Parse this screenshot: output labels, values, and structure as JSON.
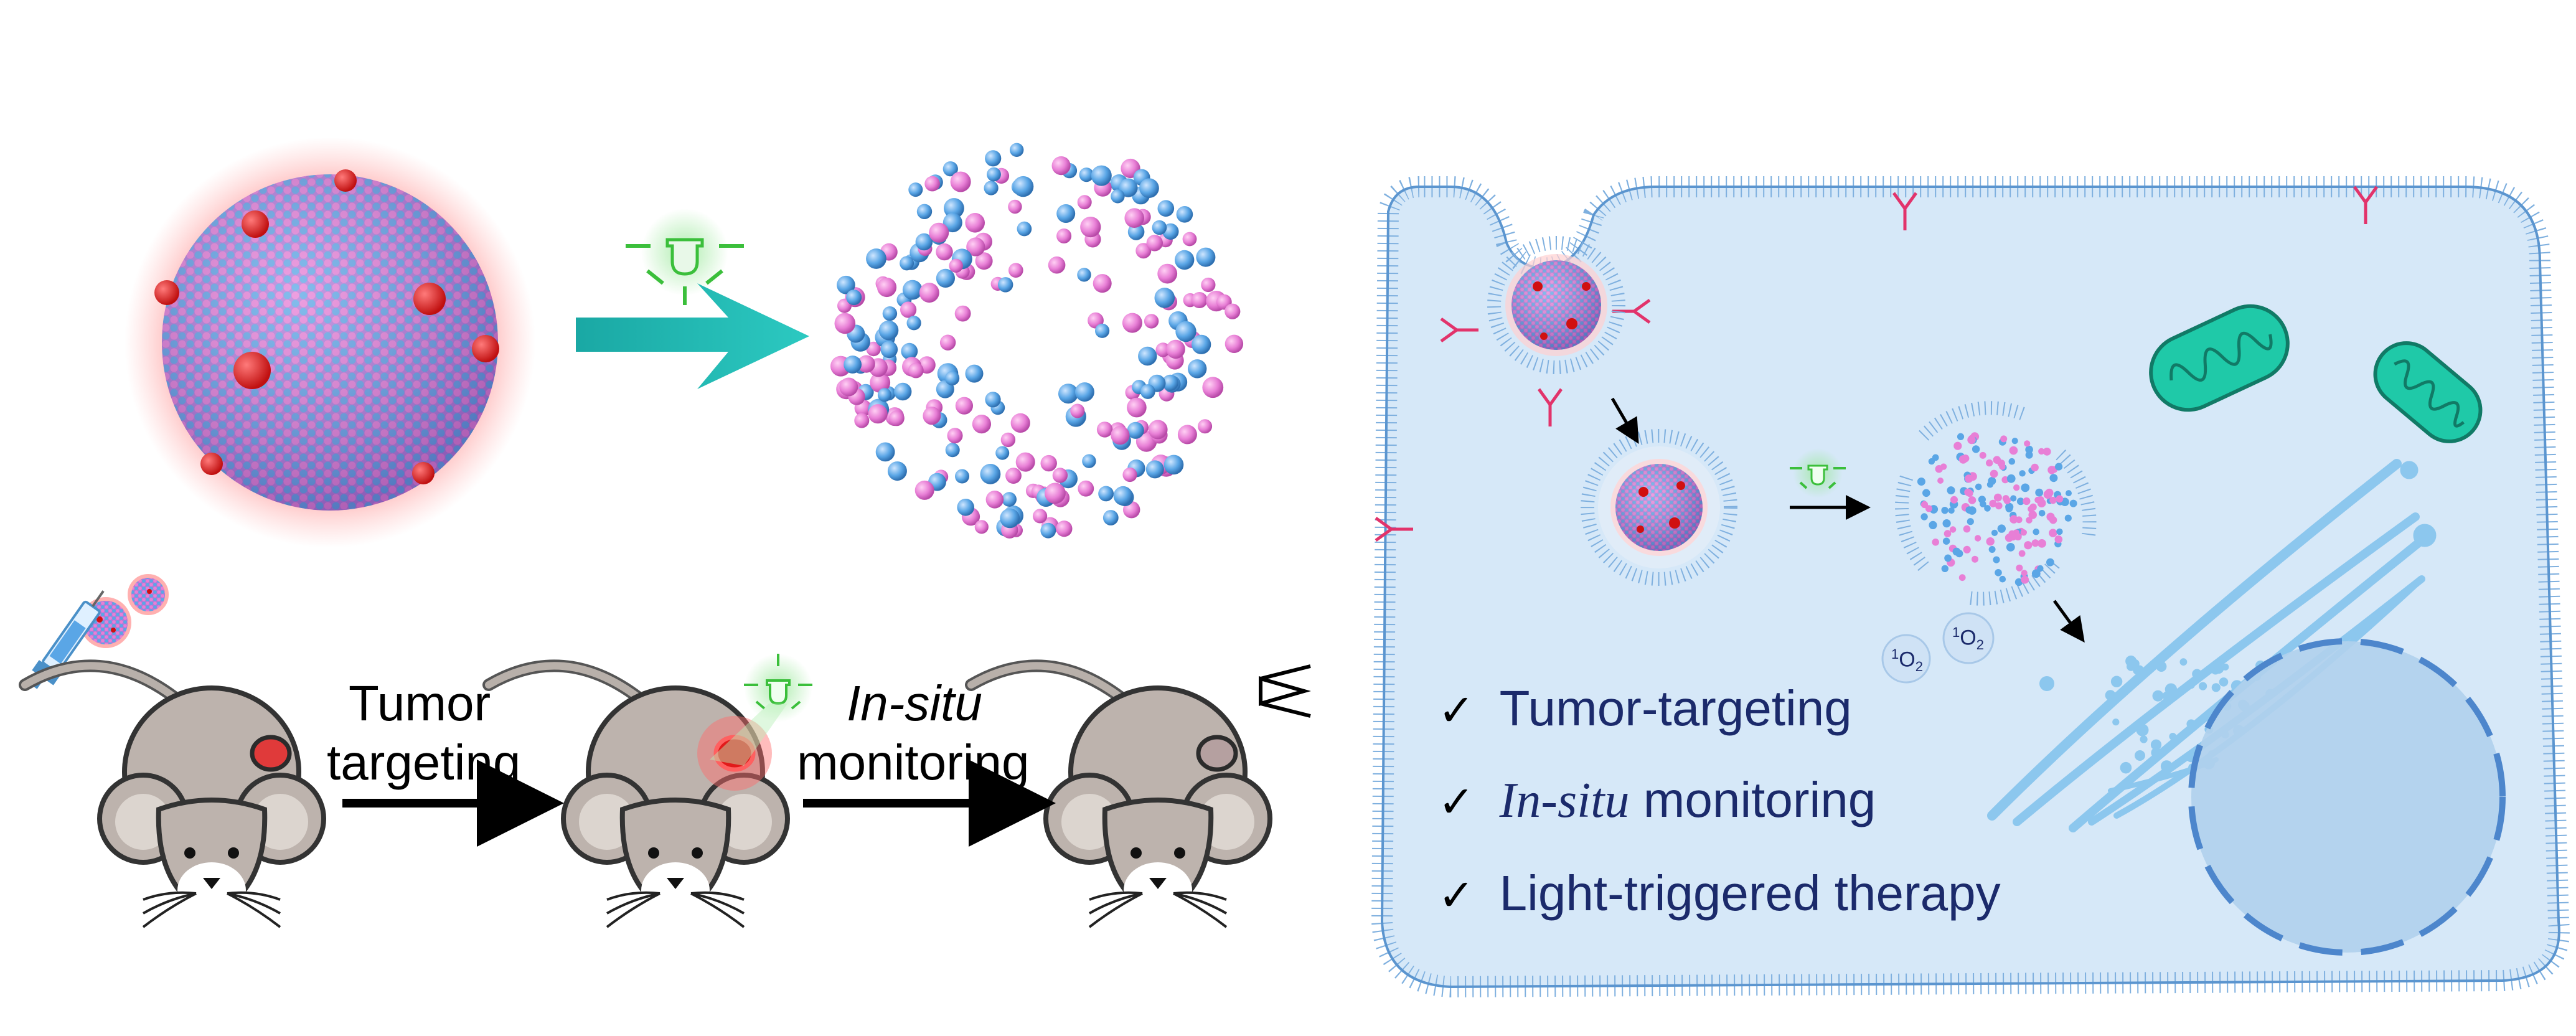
{
  "mouse_panel": {
    "step1_line1": "Tumor",
    "step1_line2": "targeting",
    "step2_line1": "In-situ",
    "step2_line2": "monitoring"
  },
  "cell_panel": {
    "features": [
      {
        "check": "✓",
        "text": "Tumor-targeting"
      },
      {
        "check": "✓",
        "text_italic": "In-situ",
        "text": "monitoring"
      },
      {
        "check": "✓",
        "text": "Light-triggered therapy"
      }
    ],
    "singlet_oxygen": [
      {
        "sup": "1",
        "base": "O",
        "sub": "2"
      },
      {
        "sup": "1",
        "base": "O",
        "sub": "2"
      }
    ]
  },
  "colors": {
    "arrow_teal": "#1fb5b0",
    "cell_fill": "#d6e8f8",
    "membrane": "#7fb0df",
    "mitochondria": "#1fc9a8",
    "sphere_pink": "#e87fd6",
    "sphere_blue": "#5aa6e6",
    "tumor_red": "#e02020",
    "light_green": "#3bbf3b",
    "text_navy": "#1b2a6b"
  },
  "icons": [
    "nanoparticle-sphere",
    "light-bulb-icon",
    "disassembled-nanoparticle",
    "mouse",
    "syringe-icon",
    "mitochondrion",
    "golgi-apparatus",
    "nucleus",
    "endosome",
    "receptor"
  ]
}
